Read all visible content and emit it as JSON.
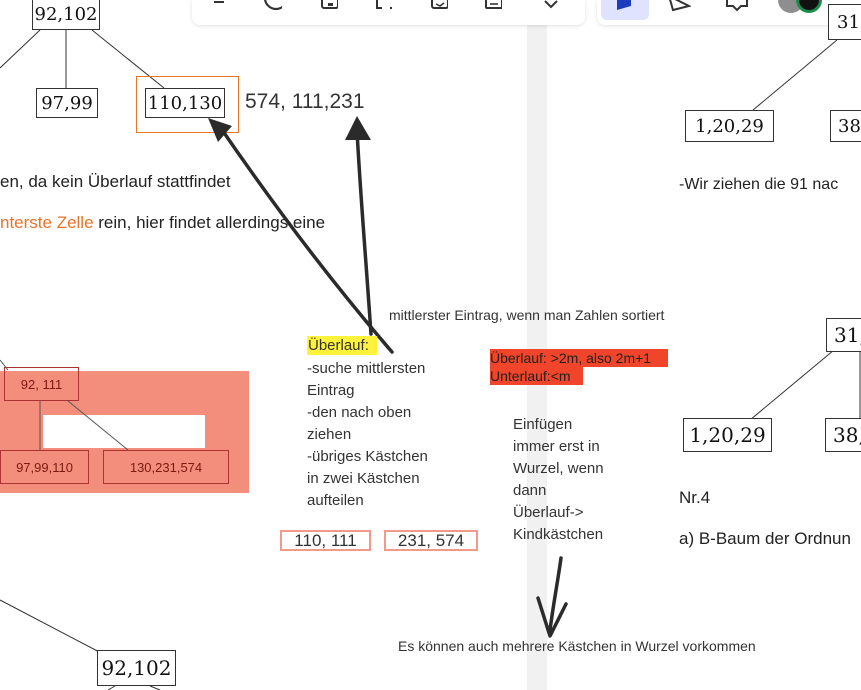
{
  "toolbar": {
    "left_icons": [
      "undo-icon",
      "circle-icon",
      "note-icon",
      "select-icon",
      "image-icon",
      "page-icon",
      "chevron-down-icon"
    ],
    "right_icons": [
      "pen-icon",
      "send-icon",
      "comment-icon",
      "avatar-icon"
    ]
  },
  "left_page": {
    "top_box": "92,102",
    "box_97_99": "97,99",
    "box_110_130": "110,130",
    "numbers_574": "574, 111,231",
    "line_ueberlauf": "en, da kein Überlauf stattfindet",
    "line_zelle_orange": "nterste Zelle",
    "line_zelle_rest": " rein, hier findet allerdings eine",
    "annotation_middle": "mittlerster Eintrag, wenn  man Zahlen sortiert",
    "highlight_label": "Überlauf:",
    "steps": [
      "-suche mittlersten",
      "Eintrag",
      "-den nach oben",
      "ziehen",
      "-übriges Kästchen",
      "in zwei Kästchen",
      "aufteilen"
    ],
    "red_tree": {
      "root": "92, 111",
      "left": "97,99,110",
      "right": "130,231,574"
    },
    "split_left": "110, 111",
    "split_right": "231, 574",
    "bottom_box": "92,102"
  },
  "middle": {
    "overflow_rule": "Überlauf: >2m, also 2m+1",
    "underflow_rule": "Unterlauf:<m",
    "insert_note": [
      "Einfügen",
      "immer erst in",
      "Wurzel, wenn",
      "dann",
      "Überlauf->",
      "Kindkästchen"
    ],
    "bottom_note": "Es können auch mehrere Kästchen in Wurzel vorkommen"
  },
  "right_page": {
    "top_root_partial": "31",
    "box_1_20_29": "1,20,29",
    "box_38_partial": "38",
    "move_91_text": "-Wir ziehen die 91 nac",
    "root2_partial": "31,",
    "box2_1_20_29": "1,20,29",
    "box2_38_partial": "38,",
    "nr4": "Nr.4",
    "task_a": "a) B-Baum der Ordnun"
  },
  "colors": {
    "orange": "#e8742a",
    "highlight_yellow": "#fff23a",
    "red_highlight": "#f0452a",
    "salmon_fill": "#f48e7c",
    "toolbar_active": "#dfe3ff"
  }
}
